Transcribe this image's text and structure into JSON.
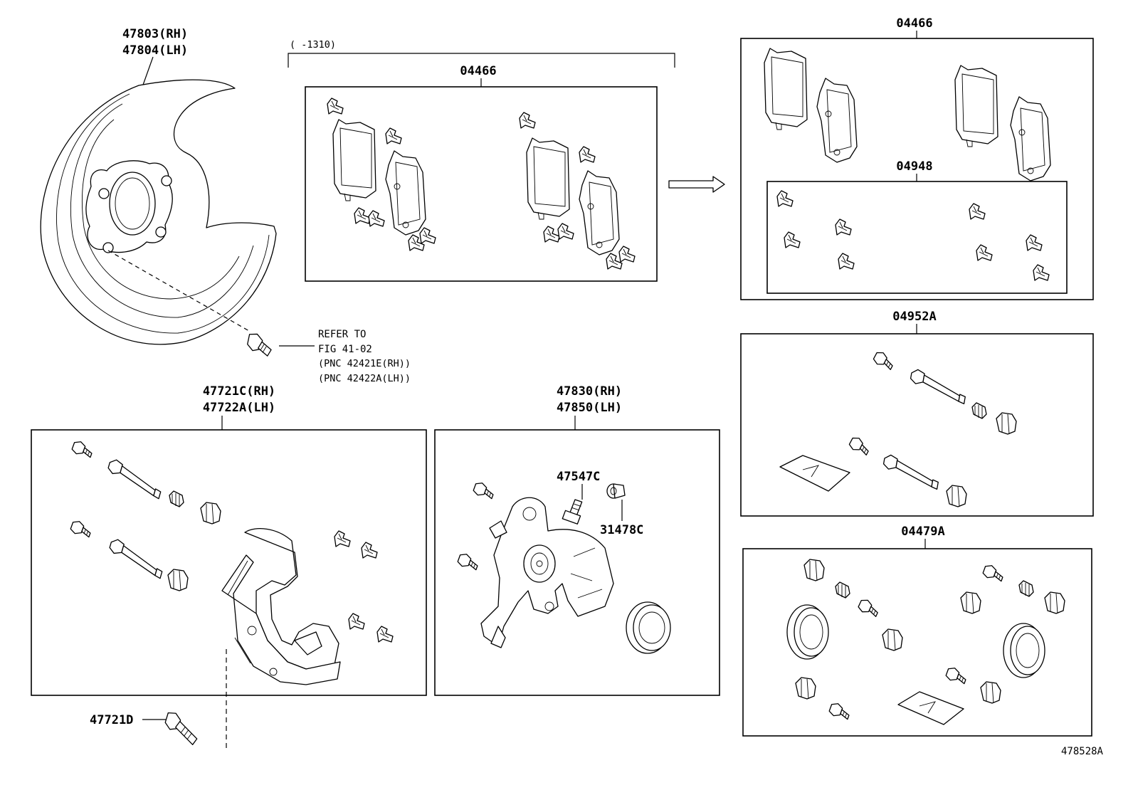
{
  "diagram_code": "478528A",
  "backing_plate": {
    "label_rh": "47803(RH)",
    "label_lh": "47804(LH)"
  },
  "bolt_reference": {
    "line1": "REFER TO",
    "line2": "FIG 41-02",
    "line3": "(PNC 42421E(RH))",
    "line4": "(PNC 42422A(LH))"
  },
  "production_bracket": "(    -1310)",
  "pad_kit_early": {
    "label": "04466"
  },
  "pad_kit_late": {
    "label": "04466"
  },
  "shim_kit": {
    "label": "04948"
  },
  "support_kit": {
    "label": "04952A"
  },
  "cylinder_kit": {
    "label": "04479A"
  },
  "caliper_mounting": {
    "label_rh": "47721C(RH)",
    "label_lh": "47722A(LH)"
  },
  "caliper_assy": {
    "label_rh": "47830(RH)",
    "label_lh": "47850(LH)"
  },
  "bleeder_plug": {
    "label": "47547C"
  },
  "bleeder_cap": {
    "label": "31478C"
  },
  "mounting_bolt": {
    "label": "47721D"
  }
}
